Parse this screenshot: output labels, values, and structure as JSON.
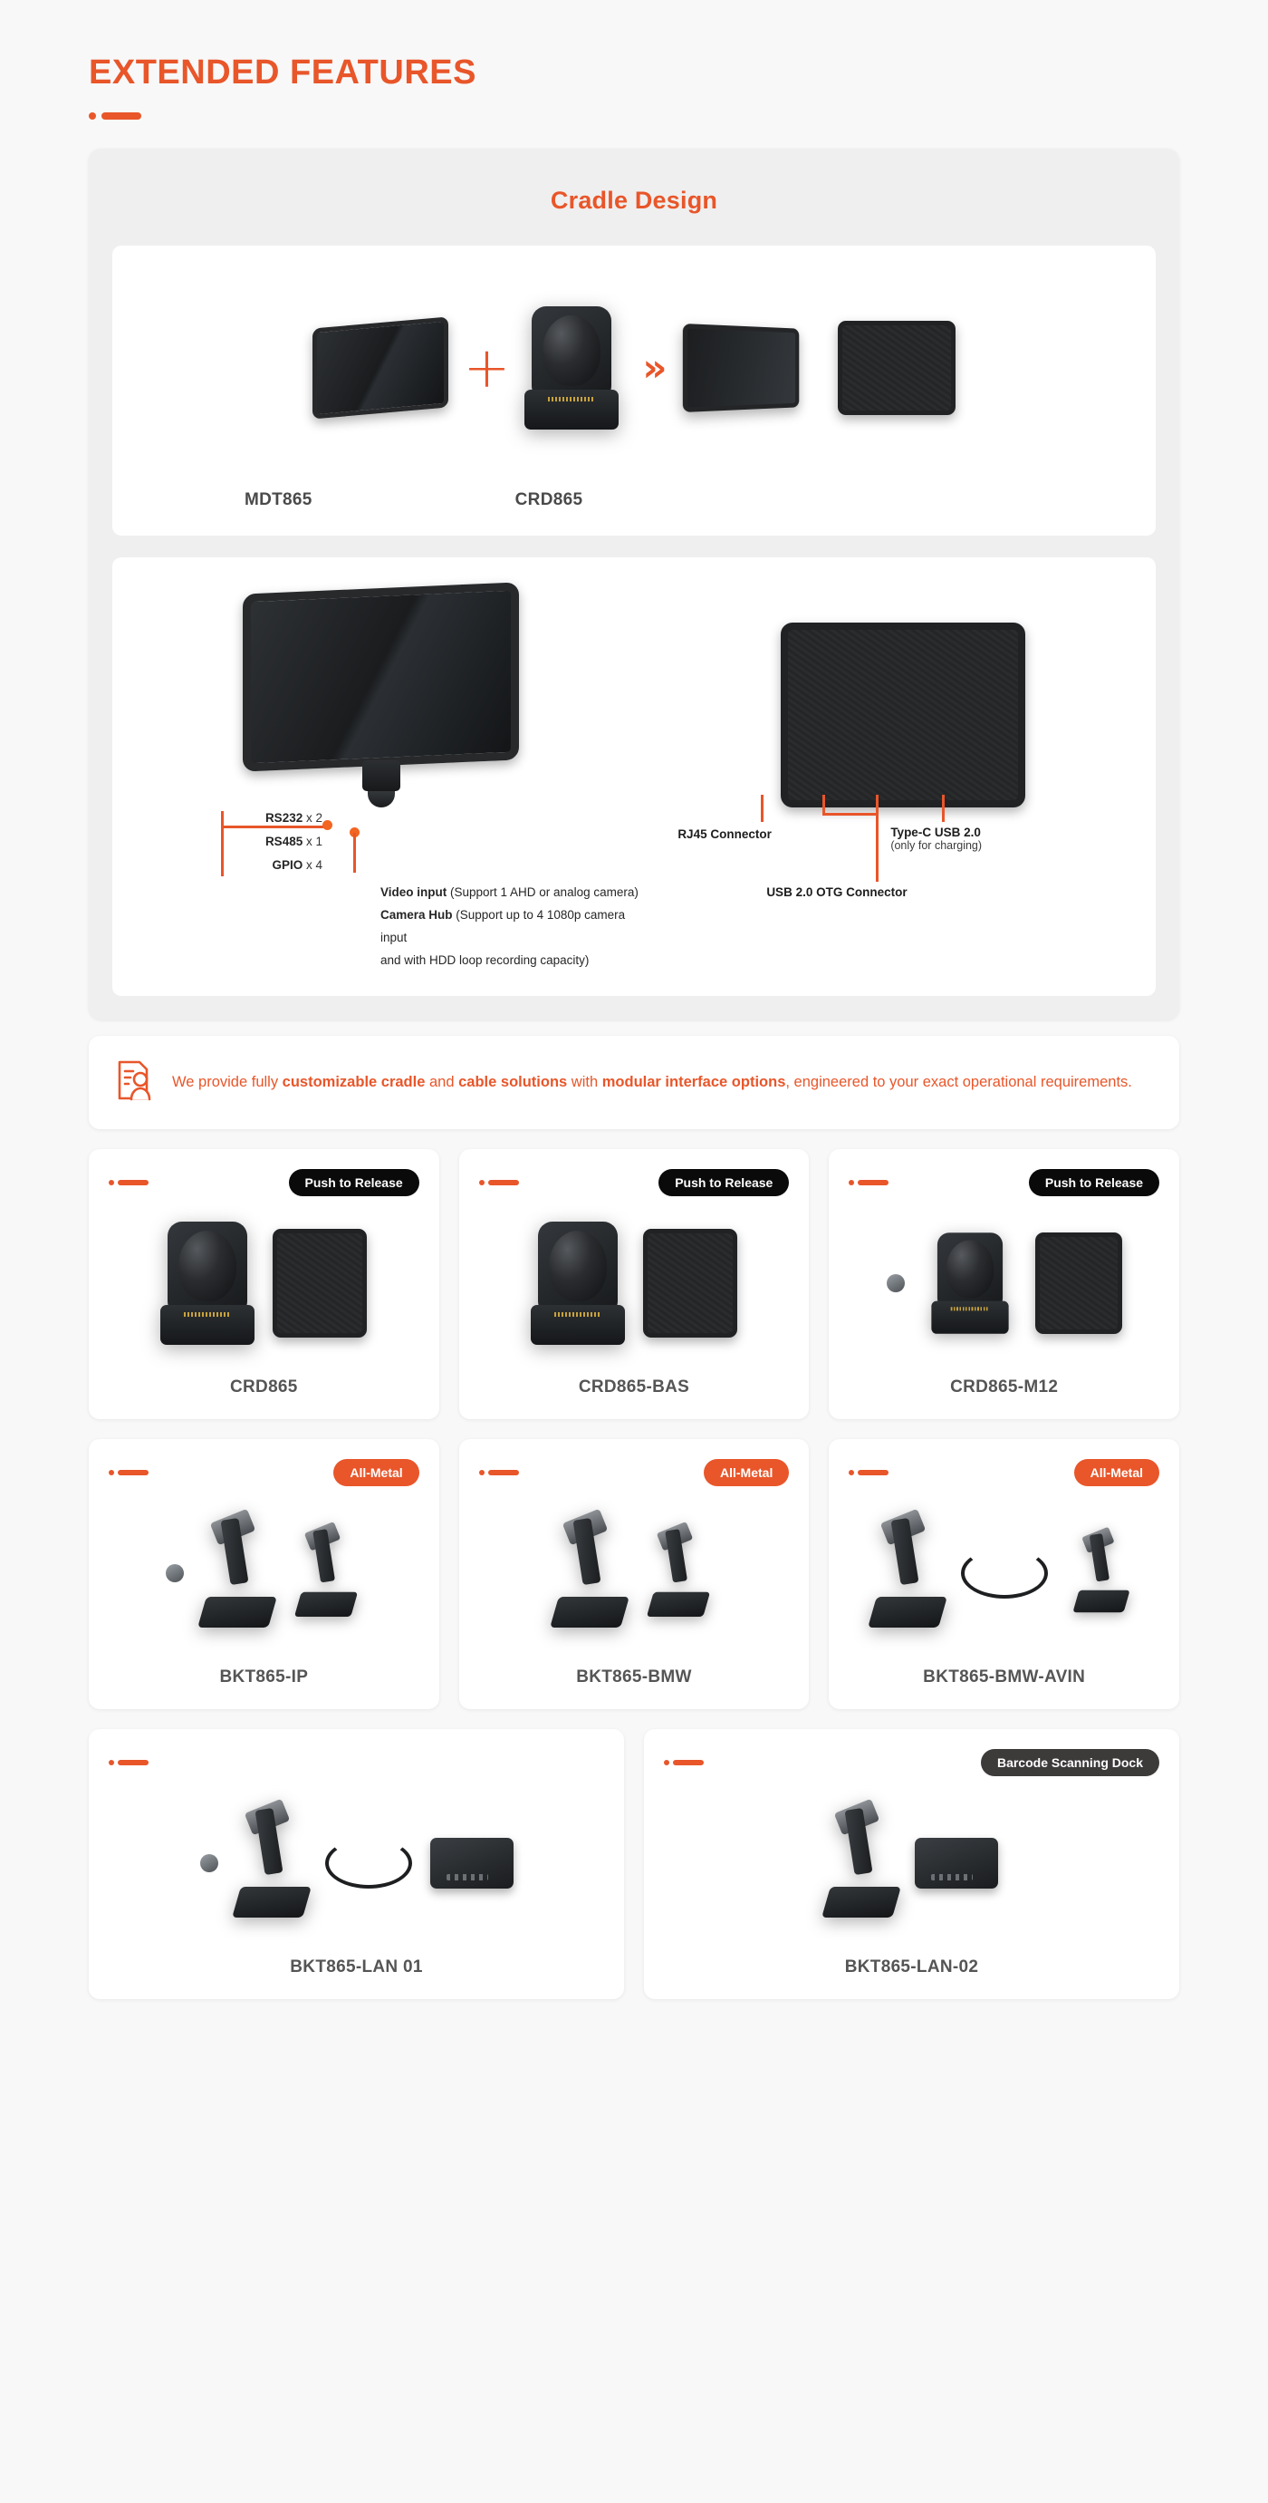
{
  "page": {
    "title": "EXTENDED FEATURES",
    "accent_color": "#e8562a",
    "background": "#f8f8f8"
  },
  "cradle_section": {
    "title": "Cradle Design",
    "combo": {
      "item1_label": "MDT865",
      "plus_symbol": "+",
      "item2_label": "CRD865",
      "arrow_symbol": "»"
    },
    "left_callouts": [
      {
        "name": "RS232",
        "qty": "x 2"
      },
      {
        "name": "RS485",
        "qty": "x 1"
      },
      {
        "name": "GPIO",
        "qty": "x 4"
      }
    ],
    "video_callouts": [
      {
        "bold": "Video input",
        "rest": " (Support 1 AHD or analog camera)"
      },
      {
        "bold": "Camera Hub",
        "rest": " (Support up to 4 1080p camera input"
      },
      {
        "bold": "",
        "rest": "and with HDD loop recording capacity)"
      }
    ],
    "right_callouts": {
      "rj45": "RJ45 Connector",
      "usb_otg": "USB 2.0 OTG Connector",
      "typec": "Type-C USB 2.0",
      "typec_sub": "(only for charging)"
    }
  },
  "banner": {
    "icon": "user-document-icon",
    "line1_a": "We provide fully ",
    "line1_b": "customizable cradle",
    "line1_c": " and ",
    "line1_d": "cable solutions",
    "line1_e": " with ",
    "line1_f": "modular interface",
    "line2_a": "options",
    "line2_b": ", engineered to your exact operational requirements."
  },
  "products": {
    "row1": [
      {
        "name": "CRD865",
        "badge": "Push to Release",
        "badge_style": "black"
      },
      {
        "name": "CRD865-BAS",
        "badge": "Push to Release",
        "badge_style": "black"
      },
      {
        "name": "CRD865-M12",
        "badge": "Push to Release",
        "badge_style": "black"
      }
    ],
    "row2": [
      {
        "name": "BKT865-IP",
        "badge": "All-Metal",
        "badge_style": "orange"
      },
      {
        "name": "BKT865-BMW",
        "badge": "All-Metal",
        "badge_style": "orange"
      },
      {
        "name": "BKT865-BMW-AVIN",
        "badge": "All-Metal",
        "badge_style": "orange"
      }
    ],
    "row3": [
      {
        "name": "BKT865-LAN 01",
        "badge": "",
        "badge_style": "none"
      },
      {
        "name": "BKT865-LAN-02",
        "badge": "Barcode Scanning Dock",
        "badge_style": "dark"
      }
    ]
  }
}
